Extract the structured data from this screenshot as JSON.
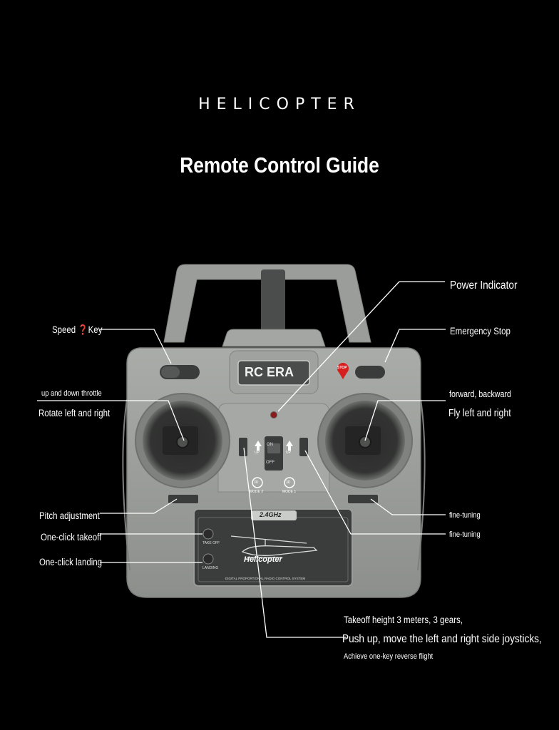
{
  "header": {
    "subtitle": "HELICOPTER",
    "title": "Remote Control Guide"
  },
  "controller": {
    "brand": "RC ERA",
    "frequency": "2.4GHz",
    "plate_text": "Helicopter",
    "plate_footer": "DIGITAL PROPORTIONAL RADIO CONTROL SYSTEM",
    "takeoff_button": "TAKE OFF",
    "landing_button": "LANDING",
    "stop_badge": "STOP",
    "mode2": "MODE 2",
    "mode1": "MODE 1",
    "up_left": "UP",
    "up_right": "UP",
    "mode_icon": "3D",
    "switch_on": "ON",
    "switch_off": "OFF"
  },
  "labels": {
    "speed_key": "Speed ❓Key",
    "up_down_throttle": "up and down throttle",
    "rotate": "Rotate left and right",
    "pitch": "Pitch adjustment",
    "takeoff": "One-click takeoff",
    "landing": "One-click landing",
    "power": "Power Indicator",
    "emergency": "Emergency Stop",
    "forward_backward": "forward, backward",
    "fly": "Fly left and right",
    "fine1": "fine-tuning",
    "fine2": "fine-tuning",
    "takeoff_height": "Takeoff height 3 meters, 3 gears,",
    "push_up": "Push up, move the left and right side joysticks,",
    "reverse": "Achieve one-key reverse flight"
  },
  "colors": {
    "background": "#000000",
    "body": "#9a9d99",
    "panel": "#3a3c3b",
    "stop_red": "#d61f1f",
    "indicator": "#8a1c1c"
  }
}
